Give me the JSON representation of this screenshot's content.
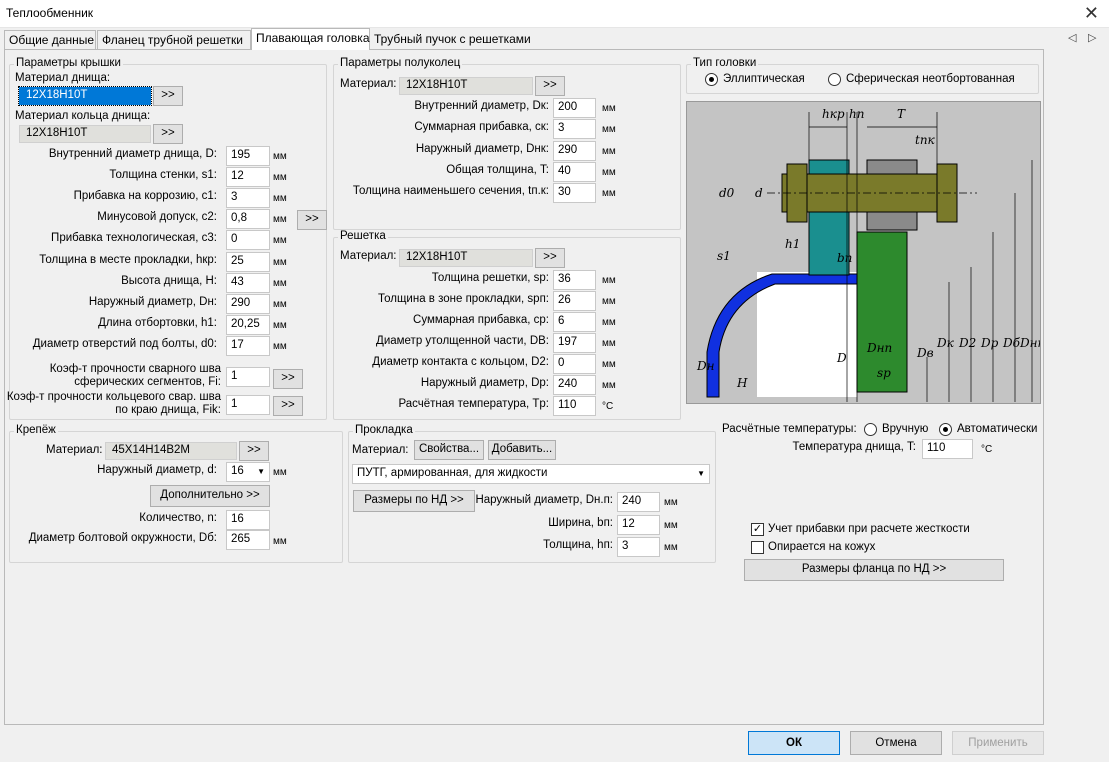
{
  "window": {
    "title": "Теплообменник"
  },
  "tabs": [
    {
      "label": "Общие данные"
    },
    {
      "label": "Фланец трубной решетки"
    },
    {
      "label": "Плавающая головка"
    },
    {
      "label": "Трубный пучок с решетками"
    }
  ],
  "cover": {
    "title": "Параметры крышки",
    "material_label": "Материал днища:",
    "material_value": "12Х18Н10Т",
    "ring_material_label": "Материал кольца днища:",
    "ring_material_value": "12Х18Н10Т",
    "button_more": ">>",
    "fields": [
      {
        "label": "Внутренний диаметр днища, D:",
        "value": "195",
        "unit": "мм"
      },
      {
        "label": "Толщина стенки, s1:",
        "value": "12",
        "unit": "мм"
      },
      {
        "label": "Прибавка на коррозию, c1:",
        "value": "3",
        "unit": "мм"
      },
      {
        "label": "Минусовой допуск, c2:",
        "value": "0,8",
        "unit": "мм"
      },
      {
        "label": "Прибавка технологическая, c3:",
        "value": "0",
        "unit": "мм"
      },
      {
        "label": "Толщина в месте прокладки, hкр:",
        "value": "25",
        "unit": "мм"
      },
      {
        "label": "Высота днища, H:",
        "value": "43",
        "unit": "мм"
      },
      {
        "label": "Наружный диаметр, Dн:",
        "value": "290",
        "unit": "мм"
      },
      {
        "label": "Длина отбортовки, h1:",
        "value": "20,25",
        "unit": "мм"
      },
      {
        "label": "Диаметр отверстий под болты, d0:",
        "value": "17",
        "unit": "мм"
      }
    ],
    "fi_label1": "Коэф-т прочности сварного шва",
    "fi_label2": "сферических сегментов, Fi:",
    "fi_value": "1",
    "fik_label1": "Коэф-т прочности кольцевого свар. шва",
    "fik_label2": "по краю днища, Fik:",
    "fik_value": "1"
  },
  "half_ring": {
    "title": "Параметры полуколец",
    "material_label": "Материал:",
    "material_value": "12Х18Н10Т",
    "fields": [
      {
        "label": "Внутренний диаметр, Dк:",
        "value": "200",
        "unit": "мм"
      },
      {
        "label": "Суммарная прибавка, cк:",
        "value": "3",
        "unit": "мм"
      },
      {
        "label": "Наружный диаметр, Dнк:",
        "value": "290",
        "unit": "мм"
      },
      {
        "label": "Общая толщина, T:",
        "value": "40",
        "unit": "мм"
      },
      {
        "label": "Толщина наименьшего сечения, tп.к:",
        "value": "30",
        "unit": "мм"
      }
    ]
  },
  "grid": {
    "title": "Решетка",
    "material_label": "Материал:",
    "material_value": "12Х18Н10Т",
    "fields": [
      {
        "label": "Толщина решетки, sp:",
        "value": "36",
        "unit": "мм"
      },
      {
        "label": "Толщина в зоне прокладки, spп:",
        "value": "26",
        "unit": "мм"
      },
      {
        "label": "Суммарная прибавка, cp:",
        "value": "6",
        "unit": "мм"
      },
      {
        "label": "Диаметр утолщенной части, DB:",
        "value": "197",
        "unit": "мм"
      },
      {
        "label": "Диаметр контакта с кольцом, D2:",
        "value": "0",
        "unit": "мм"
      },
      {
        "label": "Наружный диаметр, Dp:",
        "value": "240",
        "unit": "мм"
      },
      {
        "label": "Расчётная температура, Tp:",
        "value": "110",
        "unit": "°C"
      }
    ]
  },
  "head_type": {
    "title": "Тип головки",
    "options": [
      "Эллиптическая",
      "Сферическая неотбортованная"
    ],
    "selected": 0
  },
  "fasteners": {
    "title": "Крепёж",
    "material_label": "Материал:",
    "material_value": "45Х14Н14В2М",
    "diameter_label": "Наружный диаметр, d:",
    "diameter_value": "16",
    "diameter_unit": "мм",
    "more_button": "Дополнительно >>",
    "count_label": "Количество, n:",
    "count_value": "16",
    "bolt_circle_label": "Диаметр болтовой окружности, Dб:",
    "bolt_circle_value": "265",
    "bolt_circle_unit": "мм"
  },
  "gasket": {
    "title": "Прокладка",
    "material_label": "Материал:",
    "props_button": "Свойства...",
    "add_button": "Добавить...",
    "type_value": "ПУТГ, армированная, для жидкости",
    "nd_button": "Размеры по НД >>",
    "fields": [
      {
        "label": "Наружный диаметр, Dн.п:",
        "value": "240",
        "unit": "мм"
      },
      {
        "label": "Ширина, bп:",
        "value": "12",
        "unit": "мм"
      },
      {
        "label": "Толщина, hп:",
        "value": "3",
        "unit": "мм"
      }
    ]
  },
  "temperatures": {
    "label": "Расчётные температуры:",
    "options": [
      "Вручную",
      "Автоматически"
    ],
    "selected": 1,
    "bottom_temp_label": "Температура днища, T:",
    "bottom_temp_value": "110",
    "bottom_temp_unit": "°C"
  },
  "options": {
    "stiffness_label": "Учет прибавки при расчете жесткости",
    "stiffness_checked": true,
    "shell_label": "Опирается на кожух",
    "shell_checked": false,
    "flange_nd_button": "Размеры фланца по НД >>"
  },
  "diagram": {
    "labels": [
      "hкр",
      "hп",
      "T",
      "tпк",
      "d0",
      "d",
      "h1",
      "bп",
      "s1",
      "H",
      "sp",
      "Dн",
      "D",
      "Dнп",
      "Dв",
      "Dк",
      "D2",
      "Dp",
      "Dб",
      "Dнк"
    ]
  },
  "footer": {
    "ok": "ОК",
    "cancel": "Отмена",
    "apply": "Применить"
  },
  "colors": {
    "accent": "#0078d7",
    "teal": "#1a8f8f",
    "olive": "#7a7a2a",
    "green": "#2d8a2d",
    "blue": "#1030e0"
  }
}
